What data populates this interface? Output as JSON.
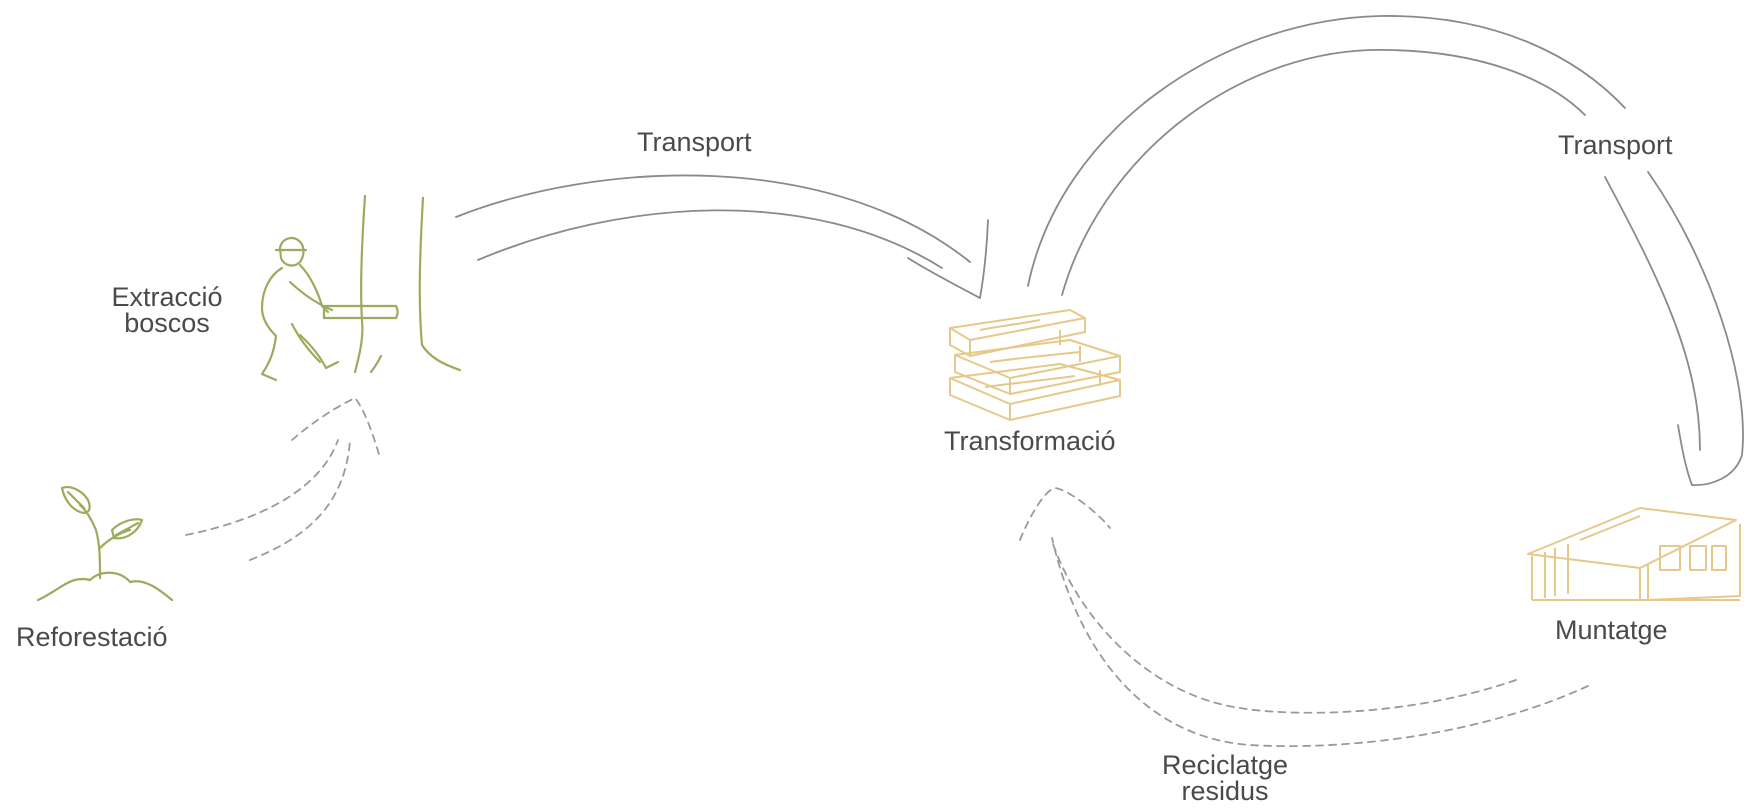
{
  "labels": {
    "extraction": "Extracció\nboscos",
    "reforestation": "Reforestació",
    "transport_top_left": "Transport",
    "transformation": "Transformació",
    "transport_top_right": "Transport",
    "assembly": "Muntatge",
    "recycling": "Reciclatge\nresidus"
  },
  "colors": {
    "green": "#9aac5b",
    "tan": "#e6c98a",
    "gray": "#8a8a8a",
    "dash": "#9a9a9a",
    "text": "#4a4a4a"
  }
}
